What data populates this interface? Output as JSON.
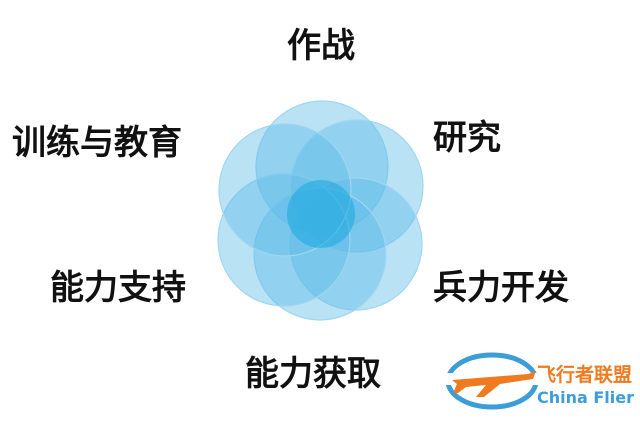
{
  "diagram": {
    "labels": {
      "top": "作战",
      "top_right": "研究",
      "top_left": "训练与教育",
      "right": "兵力开发",
      "left": "能力支持",
      "bottom": "能力获取"
    },
    "colors": {
      "petal_fill": "#5ab9e8",
      "petal_stroke": "#9fd6f2",
      "core": "#1aa7df",
      "text": "#111111"
    }
  },
  "logo": {
    "text_cn": "飞行者联盟",
    "text_en": "China Flier",
    "colors": {
      "cn": "#ef7a1f",
      "en": "#3b9ed8",
      "ring": "#3b9ed8",
      "plane": "#ef7a1f"
    }
  }
}
